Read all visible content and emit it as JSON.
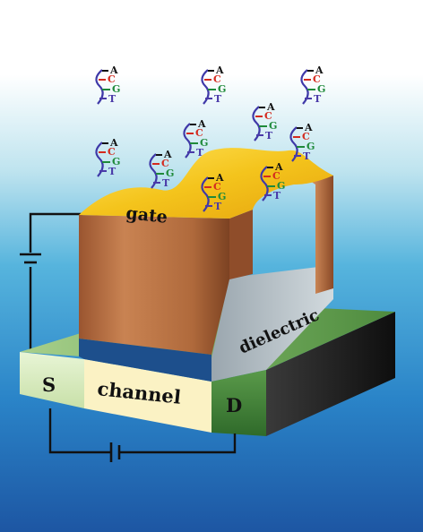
{
  "labels": {
    "gate": "gate",
    "dielectric": "dielectric",
    "source": "S",
    "channel": "channel",
    "drain": "D"
  },
  "dna_bases": [
    "A",
    "C",
    "G",
    "T"
  ],
  "colors": {
    "base_A": "#111111",
    "base_C": "#d42a1e",
    "base_G": "#1f8a3a",
    "base_T": "#4a3aa8",
    "gate_top": "#f2c21a",
    "gate_side": "#b8693c",
    "dielectric": "#b8c2c8",
    "substrate_top": "#6fa85a",
    "source_drain": "#dff0c8",
    "channel_region": "#fbf2c4",
    "background_top": "#ffffff",
    "background_bottom": "#1f5ea8"
  }
}
